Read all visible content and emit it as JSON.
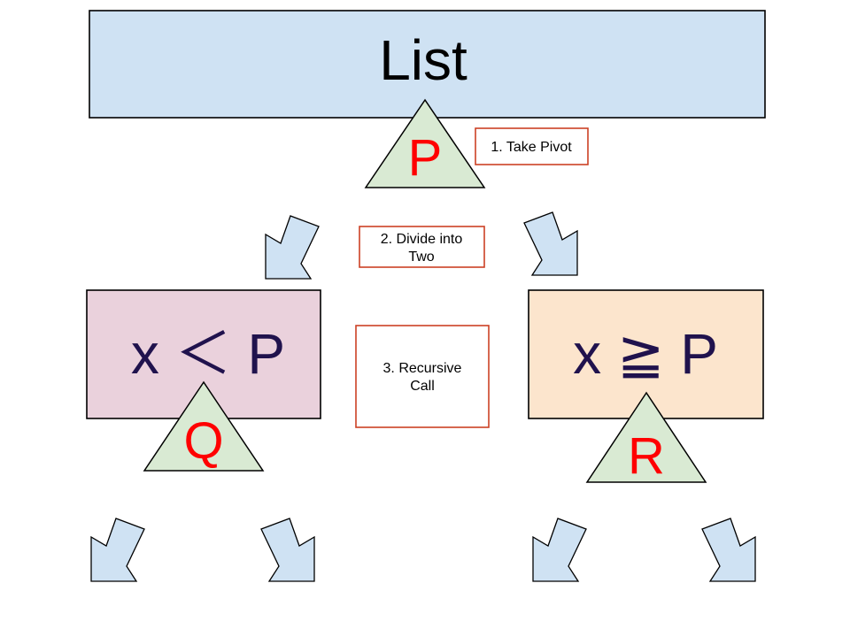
{
  "list_box": {
    "label": "List",
    "fill": "#cfe2f3",
    "stroke": "#000000"
  },
  "less_box": {
    "label": "x ＜ P",
    "fill": "#ead1dc",
    "stroke": "#000000",
    "text_color": "#20124d"
  },
  "geq_box": {
    "label": "x ≧ P",
    "fill": "#fce5cd",
    "stroke": "#000000",
    "text_color": "#20124d"
  },
  "pivots": [
    {
      "label": "P",
      "fill": "#d9ead3",
      "text_color": "#ff0000"
    },
    {
      "label": "Q",
      "fill": "#d9ead3",
      "text_color": "#ff0000"
    },
    {
      "label": "R",
      "fill": "#d9ead3",
      "text_color": "#ff0000"
    }
  ],
  "steps": [
    {
      "lines": [
        "1. Take Pivot"
      ],
      "border": "#cc4125"
    },
    {
      "lines": [
        "2. Divide into",
        "Two"
      ],
      "border": "#cc4125"
    },
    {
      "lines": [
        "3. Recursive",
        "Call"
      ],
      "border": "#cc4125"
    }
  ],
  "arrow_style": {
    "fill": "#cfe2f3",
    "stroke": "#000000",
    "icon": "down-arrow-icon"
  }
}
